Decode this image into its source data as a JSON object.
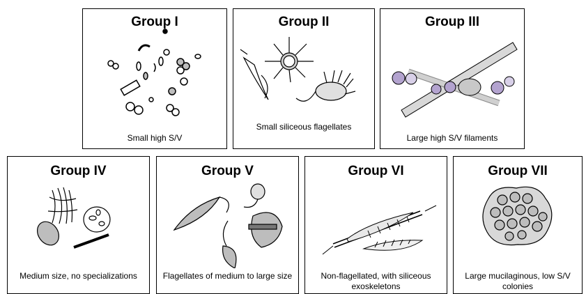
{
  "groups": [
    {
      "title": "Group I",
      "caption": "Small high S/V"
    },
    {
      "title": "Group II",
      "caption": "Small siliceous flagellates"
    },
    {
      "title": "Group III",
      "caption": "Large high  S/V filaments"
    },
    {
      "title": "Group IV",
      "caption": "Medium size, no specializations"
    },
    {
      "title": "Group V",
      "caption": "Flagellates of medium to large size"
    },
    {
      "title": "Group VI",
      "caption": "Non-flagellated, with siliceous exoskeletons"
    },
    {
      "title": "Group VII",
      "caption": "Large mucilaginous, low S/V colonies"
    }
  ],
  "colors": {
    "border": "#000000",
    "cell_fill": "#bdbdbd",
    "light_fill": "#e0e0e0",
    "purple": "#b3a3cf"
  },
  "icons": [
    "small-cells-icon",
    "siliceous-flagellates-icon",
    "filaments-icon",
    "medium-cells-icon",
    "flagellates-icon",
    "diatoms-icon",
    "colony-icon"
  ]
}
